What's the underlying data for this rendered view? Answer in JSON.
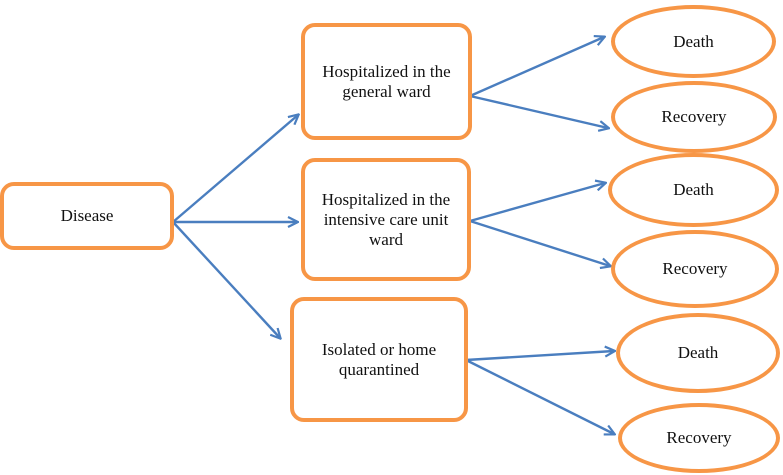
{
  "diagram": {
    "root": {
      "label": "Disease"
    },
    "stages": [
      {
        "label": "Hospitalized in the general ward",
        "outcomes": [
          "Death",
          "Recovery"
        ]
      },
      {
        "label": "Hospitalized in the intensive care unit ward",
        "outcomes": [
          "Death",
          "Recovery"
        ]
      },
      {
        "label": "Isolated or home quarantined",
        "outcomes": [
          "Death",
          "Recovery"
        ]
      }
    ]
  },
  "colors": {
    "node_border": "#f79646",
    "arrow": "#4a7ebf",
    "text": "#111111",
    "background": "#ffffff"
  }
}
